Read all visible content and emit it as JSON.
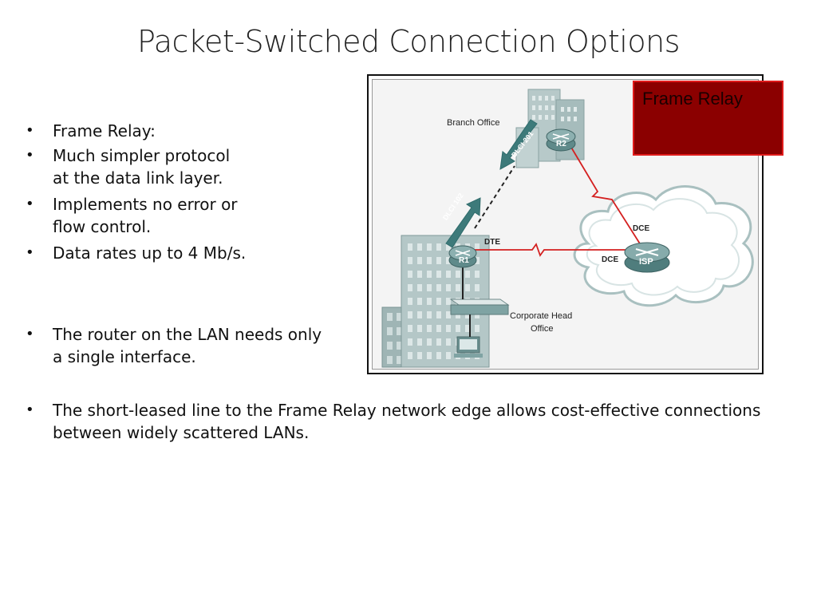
{
  "slide": {
    "title": "Packet-Switched Connection Options"
  },
  "bullets_group1": [
    "Frame Relay:",
    "Much simpler protocol\nat the data link layer.",
    "Implements no error or\nflow control.",
    "Data rates up to 4 Mb/s."
  ],
  "bullets_group2": [
    "The router on the LAN needs only\na single interface."
  ],
  "bullets_group3": [
    "The short-leased line to the Frame Relay network edge allows cost-effective connections\nbetween widely scattered LANs."
  ],
  "diagram": {
    "branch_label": "Branch Office",
    "hq_label_line1": "Corporate Head",
    "hq_label_line2": "Office",
    "r1": "R1",
    "r2": "R2",
    "isp": "ISP",
    "dte": "DTE",
    "dce_top": "DCE",
    "dce_left": "DCE",
    "dlci_102": "DLCI 102",
    "dlci_201": "DLCI 201",
    "callout": "Frame Relay",
    "colors": {
      "link": "#d42020",
      "callout_fill": "#8b0000",
      "callout_border": "#e01b1b",
      "arrow": "#2e6b6b"
    }
  }
}
